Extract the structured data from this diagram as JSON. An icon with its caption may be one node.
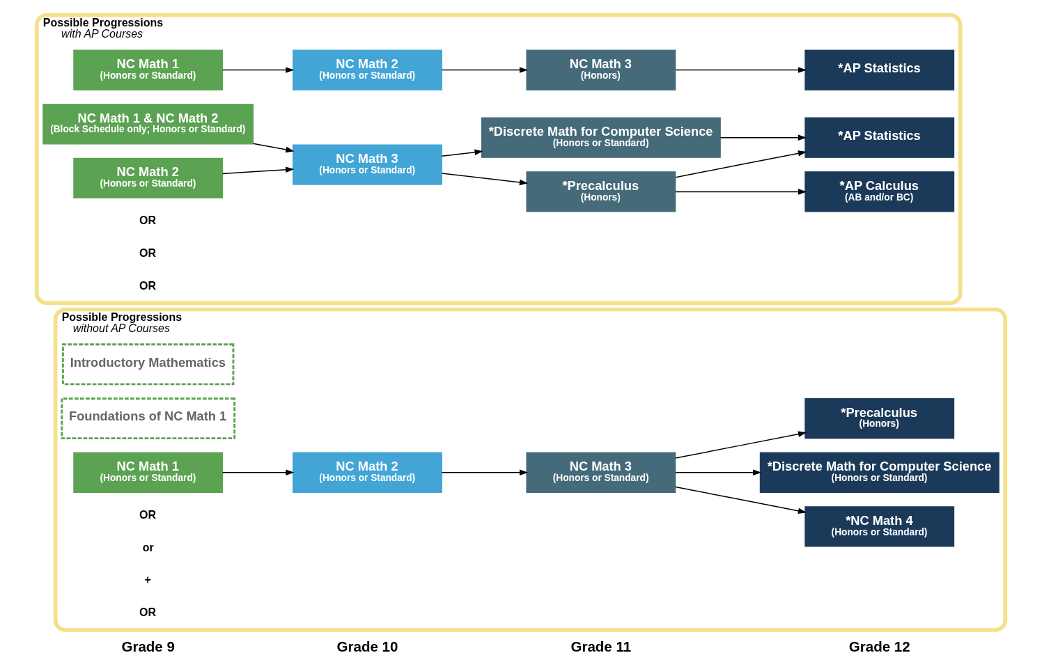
{
  "diagram": {
    "nodes": [
      {
        "text": [
          "Possible Progressions",
          "without AP Courses"
        ]
      },
      {
        "text": [
          "Introductory Mathematics"
        ],
        "in": 0
      },
      {
        "text": [
          "Foundations of NC Math 1"
        ],
        "in": 0
      },
      {
        "text": [
          "NC Math 1",
          "(Honors or Standard)"
        ],
        "in": 0
      },
      {
        "text": [
          "NC Math 2",
          "(Honors or Standard)"
        ],
        "in": 0
      },
      {
        "text": [
          "NC Math 3",
          "(Honors or Standard)"
        ],
        "in": 0
      },
      {
        "text": [
          "*NC Math 4",
          "(Honors or Standard)"
        ],
        "in": 0
      },
      {
        "text": [
          "*Discrete Math for Computer Science",
          "(Honors or Standard)"
        ],
        "in": 0
      },
      {
        "text": [
          "*Precalculus",
          "(Honors)"
        ],
        "in": 0
      },
      {
        "text": [
          "Possible Progressions",
          "with AP Courses"
        ]
      },
      {
        "text": [
          "NC Math 1",
          "(Honors or Standard)"
        ],
        "in": 9
      },
      {
        "text": [
          "NC Math 2",
          "(Honors or Standard)"
        ],
        "in": 9
      },
      {
        "text": [
          "NC Math 3",
          "(Honors)"
        ],
        "in": 9
      },
      {
        "text": [
          "*AP Statistics"
        ],
        "in": 9
      },
      {
        "text": [
          "NC Math 1 & NC Math 2",
          "(Block Schedule only; Honors or Standard)"
        ],
        "in": 9
      },
      {
        "text": [
          "NC Math 2",
          "(Honors or Standard)"
        ],
        "in": 9
      },
      {
        "text": [
          "NC Math 3",
          "(Honors or Standard)"
        ],
        "in": 9
      },
      {
        "text": [
          "*Precalculus",
          "(Honors)"
        ],
        "in": 9
      },
      {
        "text": [
          "*Discrete Math for Computer Science",
          "(Honors or Standard)"
        ],
        "in": 9
      },
      {
        "text": [
          "*AP Calculus",
          "(AB and/or BC)"
        ],
        "in": 9
      },
      {
        "text": [
          "*AP Statistics"
        ],
        "in": 9
      }
    ],
    "edges": [
      {
        "from": 3,
        "to": 4,
        "arrow": "to"
      },
      {
        "from": 4,
        "to": 5,
        "arrow": "to"
      },
      {
        "from": 5,
        "to": 6,
        "arrow": "to"
      },
      {
        "from": 5,
        "to": 7,
        "arrow": "to"
      },
      {
        "from": 5,
        "to": 8,
        "arrow": "to"
      },
      {
        "from": 10,
        "to": 11,
        "arrow": "to"
      },
      {
        "from": 11,
        "to": 12,
        "arrow": "to"
      },
      {
        "from": 12,
        "to": 13,
        "arrow": "to"
      },
      {
        "from": 14,
        "to": 16,
        "arrow": "to"
      },
      {
        "from": 15,
        "to": 16,
        "arrow": "to"
      },
      {
        "from": 16,
        "to": 17,
        "arrow": "to"
      },
      {
        "from": 16,
        "to": 18,
        "arrow": "to"
      },
      {
        "from": 17,
        "to": 19,
        "arrow": "to"
      },
      {
        "from": 17,
        "to": 20,
        "arrow": "to"
      },
      {
        "from": 18,
        "to": 20,
        "arrow": "to"
      }
    ],
    "labels": [
      "Grade 9",
      "Grade 10",
      "Grade 11",
      "Grade 12",
      "OR",
      "or",
      "+",
      "OR",
      "OR",
      "OR",
      "OR"
    ]
  }
}
